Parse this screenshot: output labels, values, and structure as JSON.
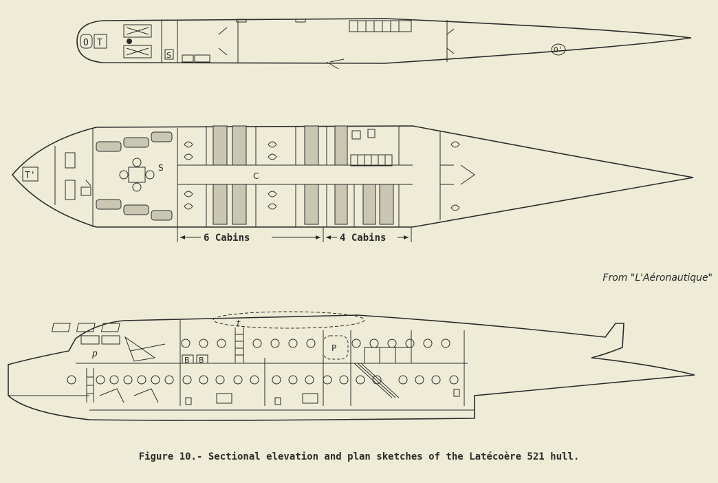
{
  "labels": {
    "O": "O",
    "T": "T",
    "O_prime": "O'",
    "T_prime": "T'",
    "S_upper": "S",
    "S_salon": "S",
    "C": "C",
    "six_cabins": "6 Cabins",
    "four_cabins": "4 Cabins",
    "t": "t",
    "p": "p",
    "P": "P",
    "B1": "B",
    "B2": "B"
  },
  "credit": "From \"L'Aéronautique\"",
  "caption": "Figure 10.- Sectional elevation and plan sketches of the Latécoère 521 hull."
}
